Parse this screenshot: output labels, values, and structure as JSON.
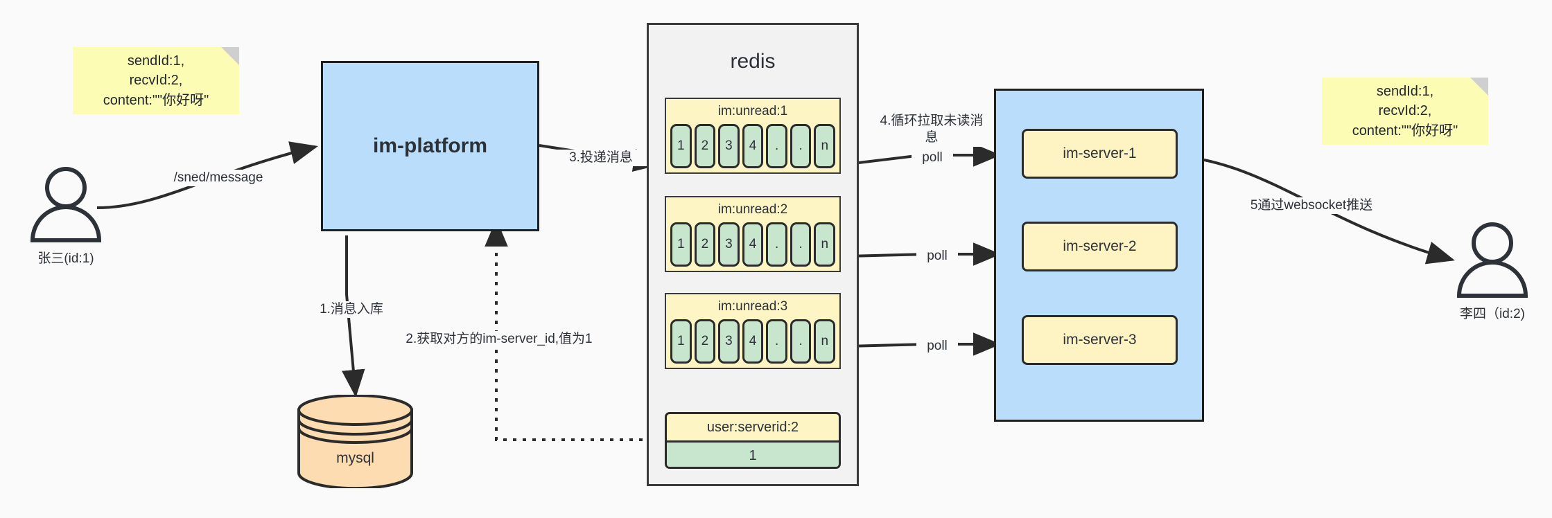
{
  "diagram": {
    "title": "IM message delivery architecture",
    "background": "#fafafa",
    "colors": {
      "sticky": "#fdfcb4",
      "process": "#b9ddfb",
      "server": "#fdf3c3",
      "redis_container": "#f2f2f2",
      "key_header": "#fdf5c4",
      "cell": "#c8e6ce",
      "database": "#fcdcb0",
      "stroke": "#2b2b2b"
    }
  },
  "notes": {
    "left": "sendId:1,\nrecvId:2,\ncontent:\"\"你好呀\"",
    "right": "sendId:1,\nrecvId:2,\ncontent:\"\"你好呀\""
  },
  "actors": {
    "sender": {
      "label": "张三(id:1)",
      "icon": "user-icon"
    },
    "receiver": {
      "label": "李四（id:2)",
      "icon": "user-icon"
    }
  },
  "platform": {
    "label": "im-platform"
  },
  "database": {
    "label": "mysql",
    "icon": "database-cylinder-icon"
  },
  "redis": {
    "title": "redis",
    "queues": [
      {
        "key": "im:unread:1",
        "cells": [
          "1",
          "2",
          "3",
          "4",
          ".",
          ".",
          "n"
        ]
      },
      {
        "key": "im:unread:2",
        "cells": [
          "1",
          "2",
          "3",
          "4",
          ".",
          ".",
          "n"
        ]
      },
      {
        "key": "im:unread:3",
        "cells": [
          "1",
          "2",
          "3",
          "4",
          ".",
          ".",
          "n"
        ]
      }
    ],
    "kv": {
      "key": "user:serverid:2",
      "value": "1"
    }
  },
  "servers": {
    "items": [
      {
        "label": "im-server-1"
      },
      {
        "label": "im-server-2"
      },
      {
        "label": "im-server-3"
      }
    ]
  },
  "edges": {
    "send_message": "/sned/message",
    "step1": "1.消息入库",
    "step2": "2.获取对方的im-server_id,值为1",
    "step3": "3.投递消息",
    "step4": "4.循环拉取未读消\n息",
    "step5": "5通过websocket推送",
    "poll1": "poll",
    "poll2": "poll",
    "poll3": "poll"
  }
}
